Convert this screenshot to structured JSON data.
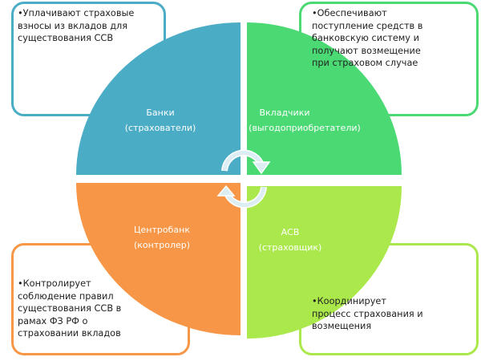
{
  "colors": {
    "banks": "#4BACC6",
    "depositors": "#4BD974",
    "centralbank": "#F79646",
    "asv": "#ABE84B",
    "arrow": "#DCEEF3"
  },
  "quadrants": [
    {
      "id": "banks",
      "title": "Банки",
      "subtitle": "(страхователи)"
    },
    {
      "id": "depositors",
      "title": "Вкладчики",
      "subtitle": "(выгодоприобретатели)"
    },
    {
      "id": "centralbank",
      "title": "Центробанк",
      "subtitle": "(контролер)"
    },
    {
      "id": "asv",
      "title": "АСВ",
      "subtitle": "(страховщик)"
    }
  ],
  "boxes": [
    {
      "id": "banks",
      "text": "•Уплачивают страховые\n  взносы из вкладов для\n  существования ССВ"
    },
    {
      "id": "depositors",
      "text": "•Обеспечивают\n  поступление средств в\n  банковскую систему и\n  получают возмещение\n  при страховом случае"
    },
    {
      "id": "centralbank",
      "text": "•Контролирует\n  соблюдение  правил\n  существования ССВ в\n  рамах ФЗ РФ о\n  страховании вкладов"
    },
    {
      "id": "asv",
      "text": "•Координирует\n  процесс страхования и\n  возмещения"
    }
  ]
}
